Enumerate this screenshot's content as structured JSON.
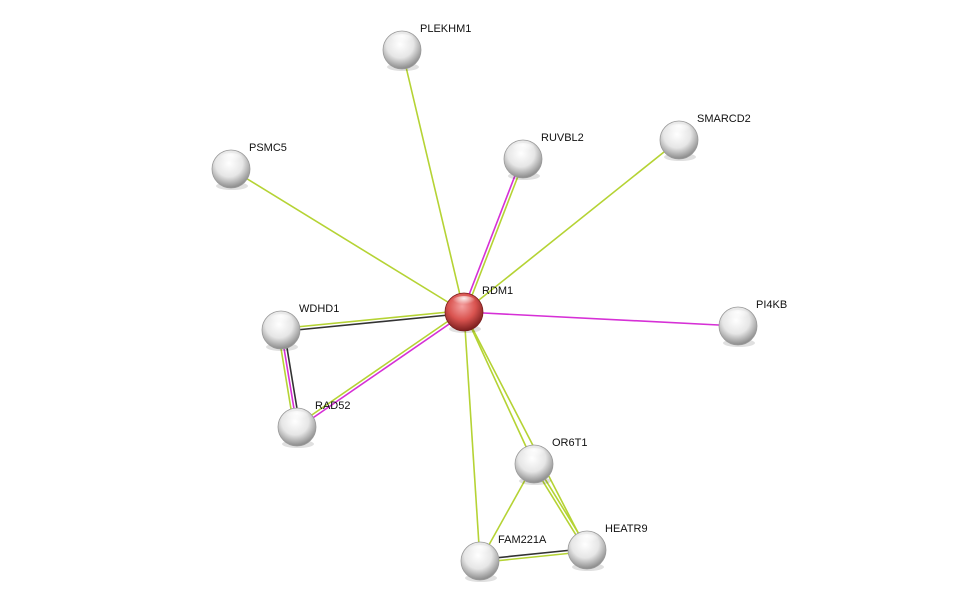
{
  "network": {
    "query_node": "RDM1",
    "nodes": [
      {
        "id": "RDM1",
        "label": "RDM1",
        "query": true
      },
      {
        "id": "PLEKHM1",
        "label": "PLEKHM1"
      },
      {
        "id": "RUVBL2",
        "label": "RUVBL2"
      },
      {
        "id": "SMARCD2",
        "label": "SMARCD2"
      },
      {
        "id": "PSMC5",
        "label": "PSMC5"
      },
      {
        "id": "PI4KB",
        "label": "PI4KB"
      },
      {
        "id": "WDHD1",
        "label": "WDHD1"
      },
      {
        "id": "RAD52",
        "label": "RAD52"
      },
      {
        "id": "OR6T1",
        "label": "OR6T1"
      },
      {
        "id": "FAM221A",
        "label": "FAM221A"
      },
      {
        "id": "HEATR9",
        "label": "HEATR9"
      }
    ],
    "edges": [
      {
        "source": "RDM1",
        "target": "PLEKHM1",
        "types": [
          "textmining"
        ]
      },
      {
        "source": "RDM1",
        "target": "RUVBL2",
        "types": [
          "experiments",
          "textmining"
        ]
      },
      {
        "source": "RDM1",
        "target": "SMARCD2",
        "types": [
          "textmining"
        ]
      },
      {
        "source": "RDM1",
        "target": "PSMC5",
        "types": [
          "textmining"
        ]
      },
      {
        "source": "RDM1",
        "target": "PI4KB",
        "types": [
          "experiments"
        ]
      },
      {
        "source": "RDM1",
        "target": "WDHD1",
        "types": [
          "coexpression",
          "textmining"
        ]
      },
      {
        "source": "RDM1",
        "target": "RAD52",
        "types": [
          "experiments",
          "textmining"
        ]
      },
      {
        "source": "WDHD1",
        "target": "RAD52",
        "types": [
          "coexpression",
          "experiments",
          "textmining"
        ]
      },
      {
        "source": "RDM1",
        "target": "OR6T1",
        "types": [
          "textmining"
        ]
      },
      {
        "source": "RDM1",
        "target": "HEATR9",
        "types": [
          "textmining"
        ]
      },
      {
        "source": "RDM1",
        "target": "FAM221A",
        "types": [
          "textmining"
        ]
      },
      {
        "source": "OR6T1",
        "target": "FAM221A",
        "types": [
          "textmining"
        ]
      },
      {
        "source": "OR6T1",
        "target": "HEATR9",
        "types": [
          "textmining",
          "textmining"
        ]
      },
      {
        "source": "FAM221A",
        "target": "HEATR9",
        "types": [
          "coexpression",
          "textmining"
        ]
      }
    ],
    "edge_colors": {
      "textmining": "#b5d334",
      "experiments": "#d630d6",
      "coexpression": "#333333"
    },
    "node_colors": {
      "query": "#d9534f",
      "default": "#e8e8e8"
    }
  }
}
